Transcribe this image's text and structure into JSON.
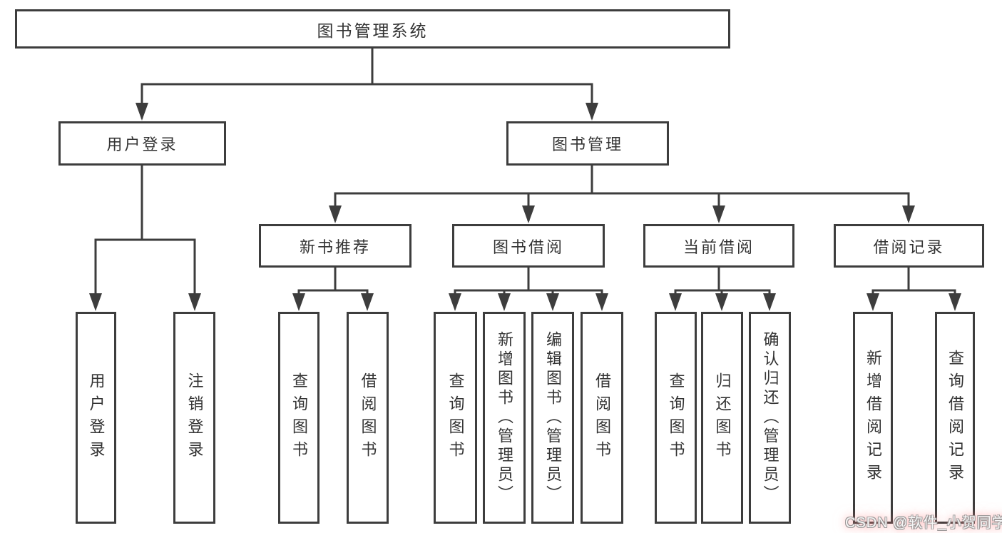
{
  "title": "图书管理系统",
  "colors": {
    "line": "#3d3d3d",
    "text": "#333333",
    "box_bg": "#ffffff",
    "watermark_pink": "#ff9e9e",
    "watermark_gray": "#9e9a9a"
  },
  "nodes": {
    "root": "图书管理系统",
    "user_login": "用户登录",
    "book_management": "图书管理",
    "login_action": "用户登录",
    "logout_action": "注销登录",
    "new_book_recommend": "新书推荐",
    "book_borrow": "图书借阅",
    "current_borrow": "当前借阅",
    "borrow_record": "借阅记录",
    "nb_query_book": "查询图书",
    "nb_borrow_book": "借阅图书",
    "bb_query_book": "查询图书",
    "bb_add_book_admin": "新增图书（管理员）",
    "bb_edit_book_admin": "编辑图书（管理员）",
    "bb_borrow_book": "借阅图书",
    "cb_query_book": "查询图书",
    "cb_return_book": "归还图书",
    "cb_confirm_return_admin": "确认归还（管理员）",
    "br_add_record": "新增借阅记录",
    "br_query_record": "查询借阅记录"
  },
  "watermark": {
    "text": "CSDN @软件_小贺同学"
  }
}
